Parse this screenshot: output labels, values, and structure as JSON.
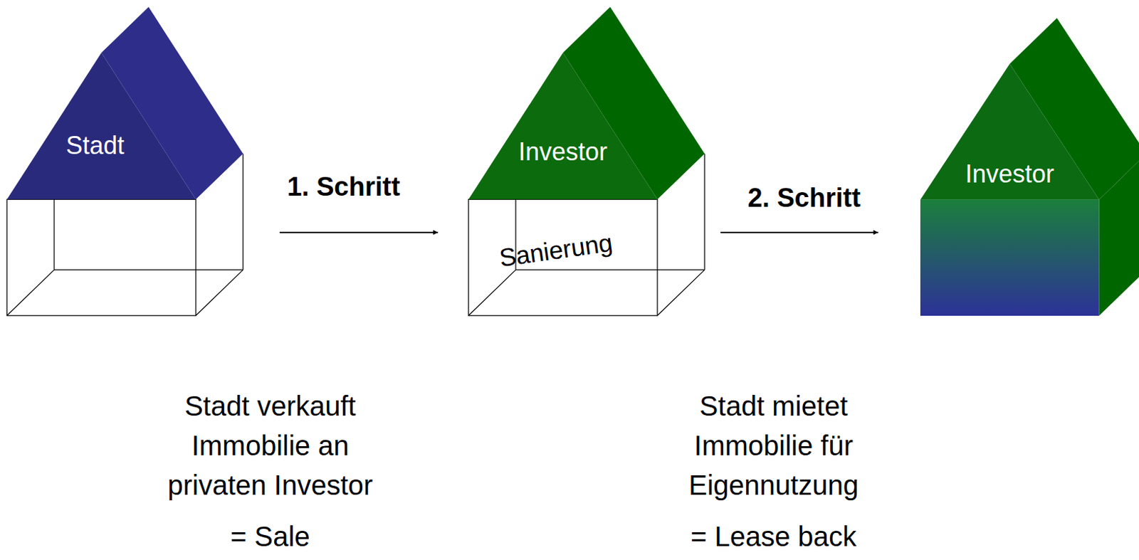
{
  "diagram": {
    "nodes": [
      {
        "text": [
          "Stadt"
        ]
      },
      {
        "text": [
          "Investor",
          "Sanierung"
        ]
      },
      {
        "text": [
          "Investor"
        ]
      }
    ],
    "edges": [
      {
        "from": 0,
        "to": 1,
        "arrow": "to",
        "label": "1. Schritt"
      },
      {
        "from": 1,
        "to": 2,
        "arrow": "to",
        "label": "2. Schritt"
      }
    ],
    "labels": [
      "Stadt verkauft Immobilie an privaten Investor",
      "= Sale",
      "Stadt mietet Immobilie für Eigennutzung",
      "= Lease back"
    ]
  }
}
